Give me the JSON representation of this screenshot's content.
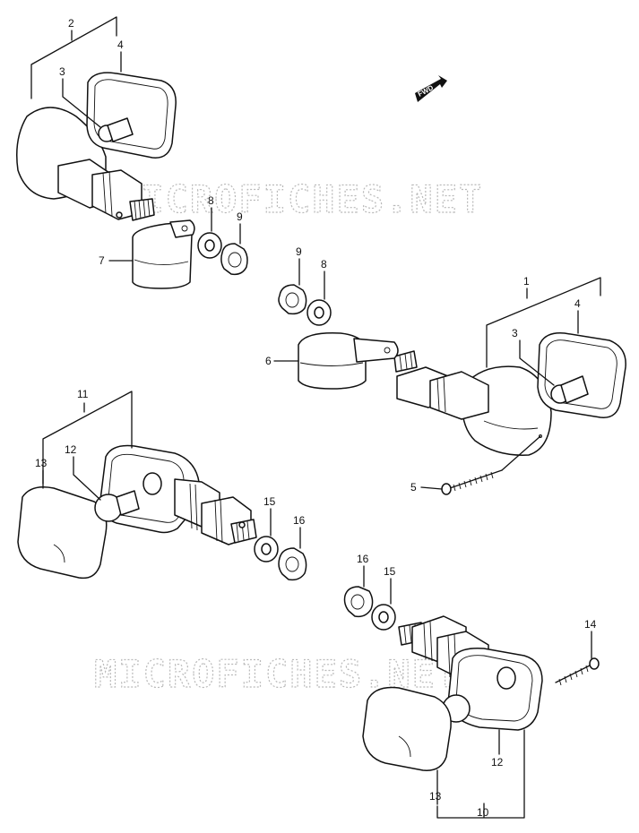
{
  "diagram": {
    "watermark": "MICROFICHES.NET",
    "direction_indicator": "FWD",
    "callouts": [
      "1",
      "2",
      "3",
      "4",
      "5",
      "6",
      "7",
      "8",
      "9",
      "10",
      "11",
      "12",
      "13",
      "14",
      "15",
      "16"
    ]
  }
}
